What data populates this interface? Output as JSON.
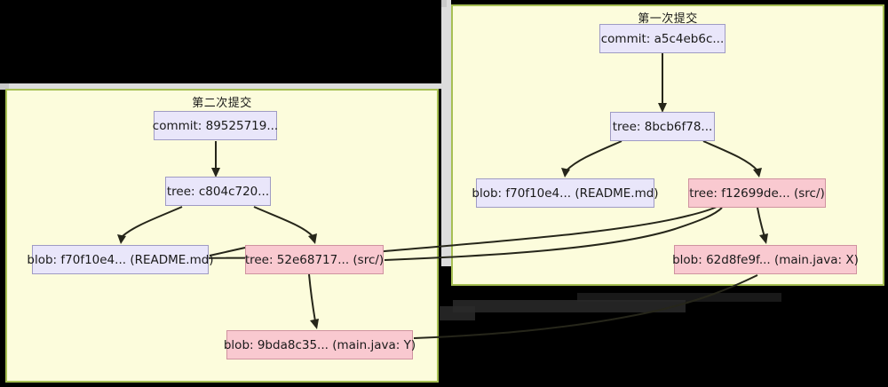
{
  "diagram": {
    "type": "git-object-graph",
    "background_color": "#000000",
    "panel_fill": "#fcfcdc",
    "panel_border": "#a6bf52",
    "lilac_fill": "#e9e6fa",
    "lilac_border": "#9f9bc4",
    "pink_fill": "#f9c9d0",
    "pink_border": "#cf93a0",
    "edge_color": "#26261a"
  },
  "panels": [
    {
      "id": "second-commit",
      "title": "第二次提交",
      "nodes": [
        {
          "id": "c2",
          "label": "commit: 89525719...",
          "kind": "commit"
        },
        {
          "id": "t2",
          "label": "tree: c804c720...",
          "kind": "tree-lilac"
        },
        {
          "id": "b2readme",
          "label": "blob: f70f10e4... (README.md)",
          "kind": "blob-lilac"
        },
        {
          "id": "t2src",
          "label": "tree: 52e68717... (src/)",
          "kind": "tree-pink"
        },
        {
          "id": "b2main",
          "label": "blob: 9bda8c35... (main.java: Y)",
          "kind": "blob-pink"
        }
      ]
    },
    {
      "id": "first-commit",
      "title": "第一次提交",
      "nodes": [
        {
          "id": "c1",
          "label": "commit: a5c4eb6c...",
          "kind": "commit"
        },
        {
          "id": "t1",
          "label": "tree: 8bcb6f78...",
          "kind": "tree-lilac"
        },
        {
          "id": "b1readme",
          "label": "blob: f70f10e4... (README.md)",
          "kind": "blob-lilac"
        },
        {
          "id": "t1src",
          "label": "tree: f12699de... (src/)",
          "kind": "tree-pink"
        },
        {
          "id": "b1main",
          "label": "blob: 62d8fe9f... (main.java: X)",
          "kind": "blob-pink"
        }
      ]
    }
  ],
  "edges": [
    {
      "from": "c1",
      "to": "t1",
      "arrow": true
    },
    {
      "from": "t1",
      "to": "b1readme",
      "arrow": true
    },
    {
      "from": "t1",
      "to": "t1src",
      "arrow": true
    },
    {
      "from": "t1src",
      "to": "b1main",
      "arrow": true
    },
    {
      "from": "c2",
      "to": "t2",
      "arrow": true
    },
    {
      "from": "t2",
      "to": "b2readme",
      "arrow": true
    },
    {
      "from": "t2",
      "to": "t2src",
      "arrow": true
    },
    {
      "from": "t2src",
      "to": "b2main",
      "arrow": true
    },
    {
      "from": "b2readme",
      "to": "t2src",
      "arrow": false,
      "note": "cross link"
    },
    {
      "from": "t2src",
      "to": "b1main",
      "arrow": false,
      "note": "cross-panel reuse"
    },
    {
      "from": "b1readme",
      "to": "t2src",
      "arrow": false,
      "note": "cross-panel reuse"
    },
    {
      "from": "b1main",
      "to": "b2main",
      "arrow": false,
      "note": "cross-panel reuse"
    }
  ]
}
